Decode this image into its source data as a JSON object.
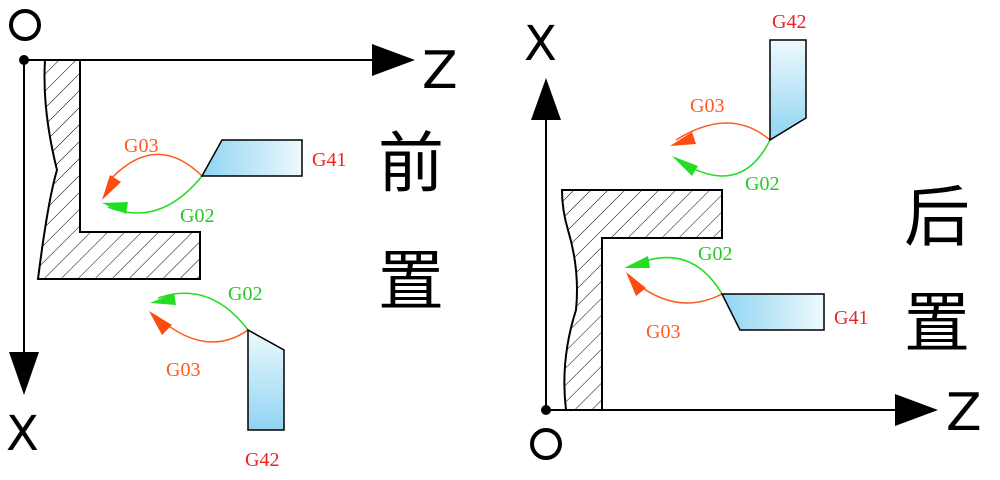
{
  "left_panel": {
    "origin_label": "O",
    "axis_z_label": "Z",
    "axis_x_label": "X",
    "title_char_1": "前",
    "title_char_2": "置",
    "upper_tool": {
      "arc_top_label": "G03",
      "arc_bottom_label": "G02",
      "tool_label": "G41"
    },
    "lower_tool": {
      "arc_top_label": "G02",
      "arc_bottom_label": "G03",
      "tool_label": "G42"
    }
  },
  "right_panel": {
    "origin_label": "O",
    "axis_z_label": "Z",
    "axis_x_label": "X",
    "title_char_1": "后",
    "title_char_2": "置",
    "upper_tool": {
      "arc_top_label": "G03",
      "arc_bottom_label": "G02",
      "tool_label": "G42"
    },
    "lower_tool": {
      "arc_top_label": "G02",
      "arc_bottom_label": "G03",
      "tool_label": "G41"
    }
  },
  "colors": {
    "g02": "#22dd22",
    "g03": "#ff5a1e",
    "label_red": "#ee2222",
    "tool_fill_top": "#9fdcf5",
    "tool_fill_bottom": "#e9f8fd",
    "line": "#000000"
  }
}
